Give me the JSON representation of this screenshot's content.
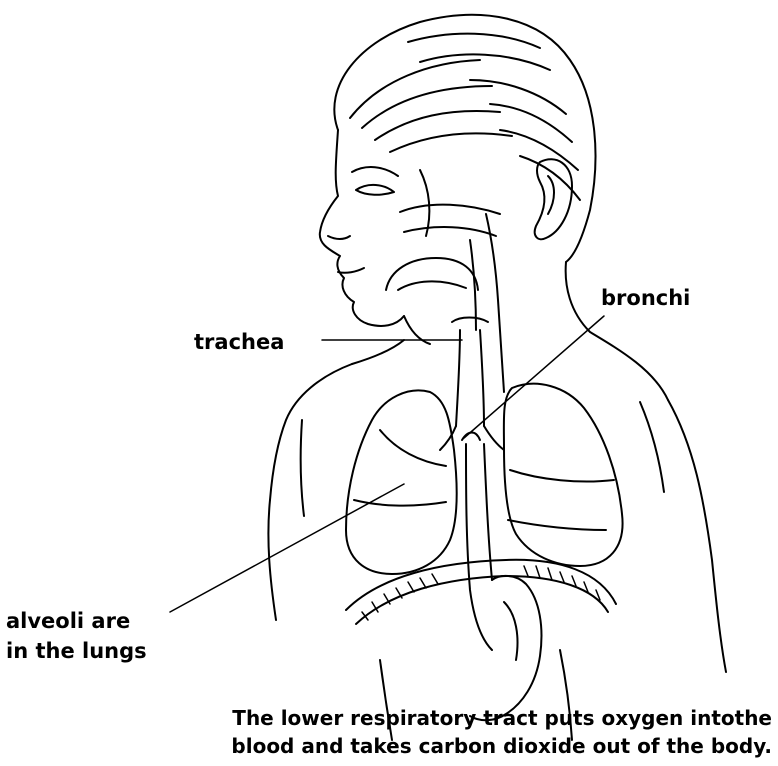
{
  "labels": {
    "bronchi": "bronchi",
    "trachea": "trachea",
    "alveoli_line1": "alveoli are",
    "alveoli_line2": "in the lungs"
  },
  "caption": {
    "line1": "The lower respiratory tract puts oxygen intothe",
    "line2": "blood and takes carbon dioxide out of the body."
  },
  "colors": {
    "ink": "#000000",
    "background": "#ffffff"
  }
}
